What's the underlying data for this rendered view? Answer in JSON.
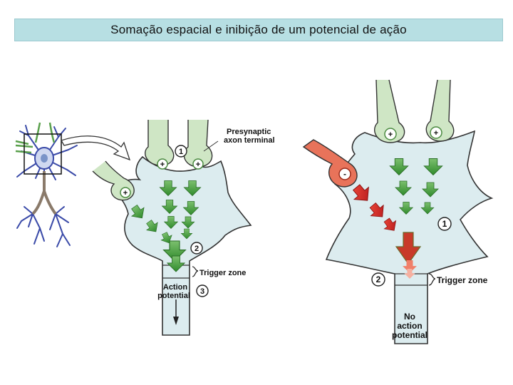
{
  "title": "Somação espacial e inibição de um potencial de ação",
  "left": {
    "presynaptic_line1": "Presynaptic",
    "presynaptic_line2": "axon terminal",
    "trigger": "Trigger zone",
    "action_line1": "Action",
    "action_line2": "potential",
    "num1": "1",
    "num2": "2",
    "num3": "3",
    "plus": "+"
  },
  "right": {
    "minus": "-",
    "plus": "+",
    "num1": "1",
    "num2": "2",
    "trigger": "Trigger zone",
    "no_line1": "No",
    "no_line2": "action",
    "no_line3": "potential"
  },
  "colors": {
    "cell_fill": "#dcecef",
    "axon_green": "#cfe6c5",
    "inhibit_red": "#e8735a",
    "arrow_green": "#4fa144",
    "arrow_red": "#d7261e",
    "neuron_blue": "#3a4aa8"
  }
}
